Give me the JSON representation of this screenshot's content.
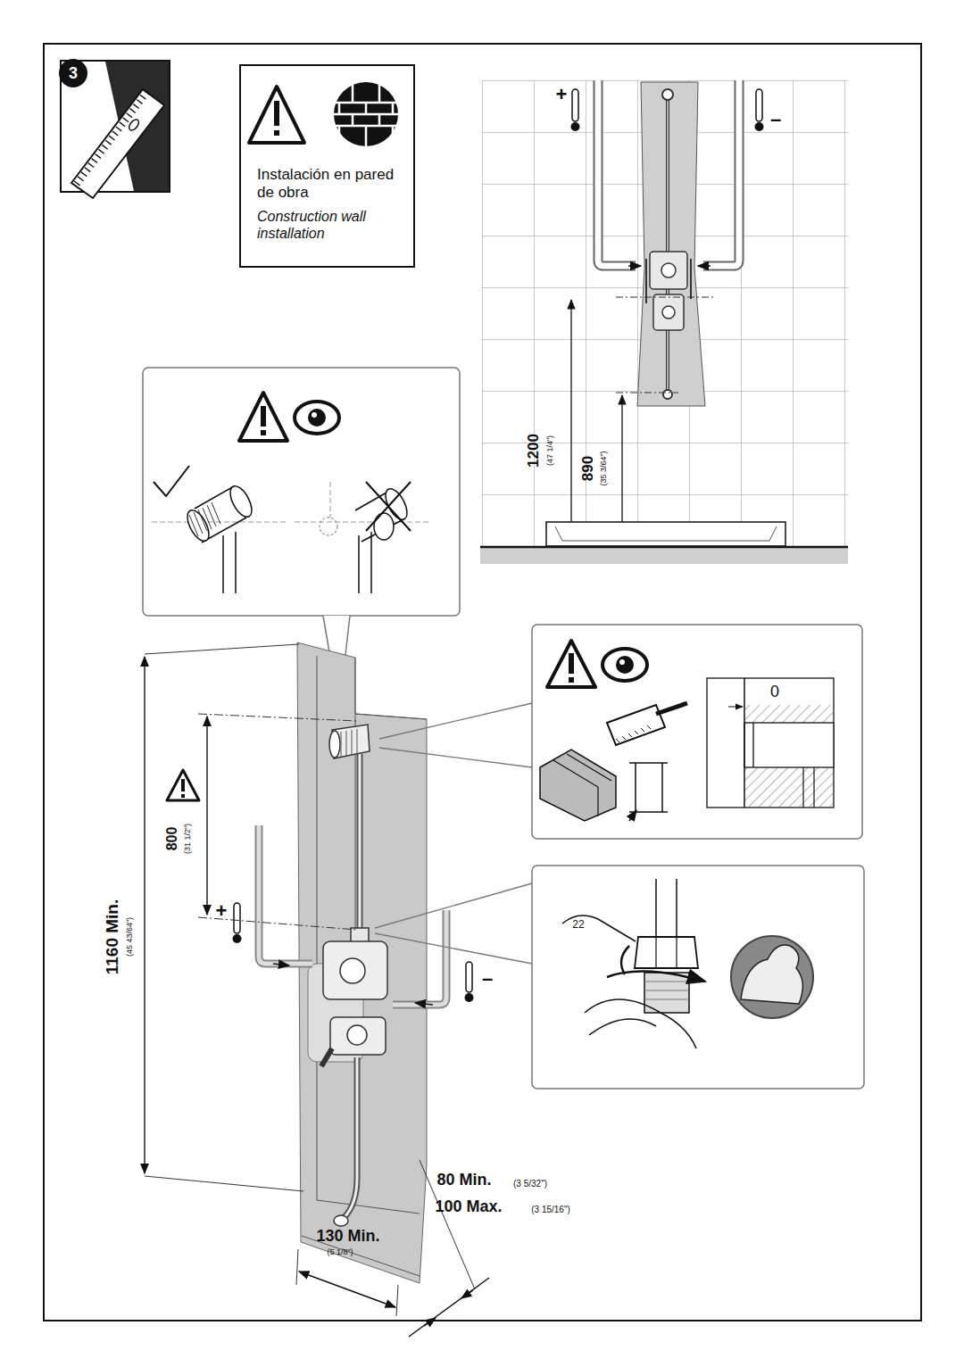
{
  "diagram": {
    "nodes": [
      {
        "text": [
          "3"
        ]
      },
      {
        "text": [
          "Instalación en pared de obra",
          "Construction wall installation"
        ]
      }
    ],
    "labels": [
      "1200",
      "(47 1/4\")",
      "890",
      "(35 3/64\")",
      "800",
      "(31 1/2\")",
      "1160 Min.",
      "(45 43/64\")",
      "80 Min.",
      "(3 5/32\")",
      "100 Max.",
      "(3 15/16\")",
      "130 Min.",
      "(5 1/8\")",
      "0",
      "22",
      "+",
      "–",
      "+",
      "–"
    ]
  }
}
